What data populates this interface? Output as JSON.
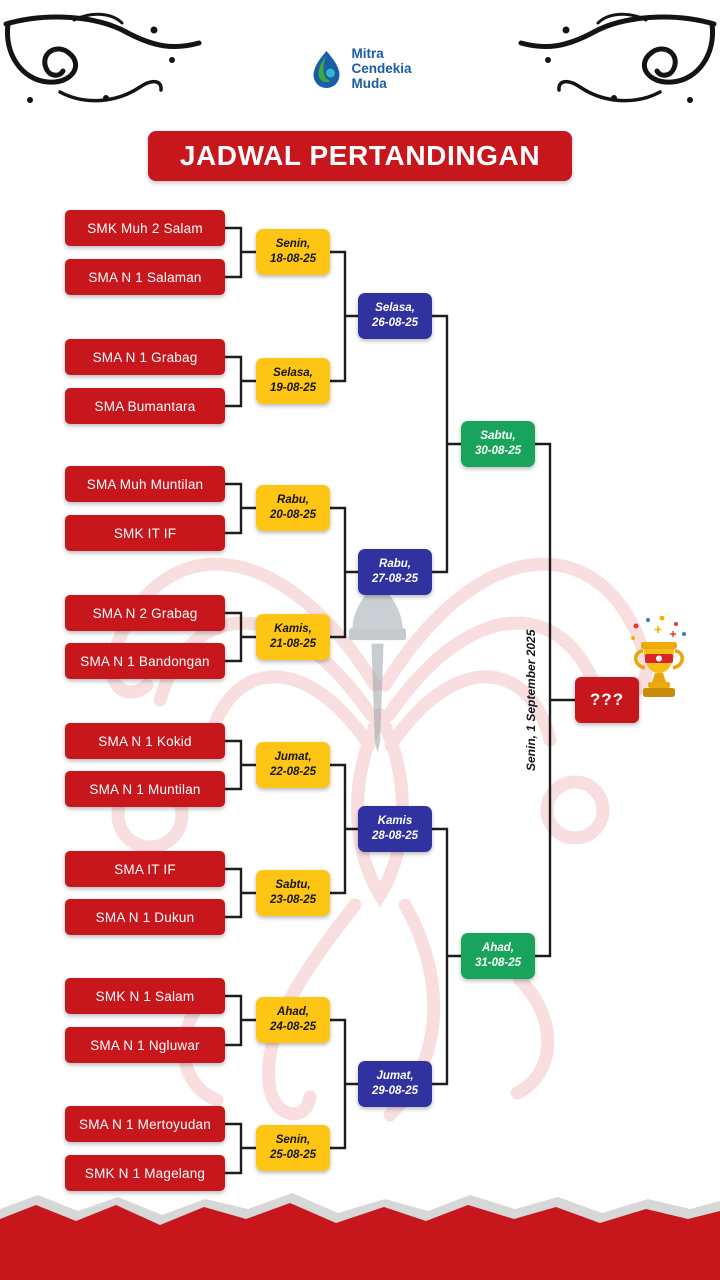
{
  "header": {
    "title": "JADWAL PERTANDINGAN",
    "logo": {
      "line1": "Mitra",
      "line2": "Cendekia",
      "line3": "Muda"
    }
  },
  "bracket": {
    "teams": [
      "SMK Muh 2 Salam",
      "SMA N 1 Salaman",
      "SMA N 1 Grabag",
      "SMA Bumantara",
      "SMA Muh Muntilan",
      "SMK IT IF",
      "SMA N 2 Grabag",
      "SMA N 1 Bandongan",
      "SMA N 1 Kokid",
      "SMA N 1 Muntilan",
      "SMA IT IF",
      "SMA N 1 Dukun",
      "SMK N 1 Salam",
      "SMA N 1 Ngluwar",
      "SMA N 1 Mertoyudan",
      "SMK N 1 Magelang"
    ],
    "round1": [
      {
        "day": "Senin,",
        "date": "18-08-25"
      },
      {
        "day": "Selasa,",
        "date": "19-08-25"
      },
      {
        "day": "Rabu,",
        "date": "20-08-25"
      },
      {
        "day": "Kamis,",
        "date": "21-08-25"
      },
      {
        "day": "Jumat,",
        "date": "22-08-25"
      },
      {
        "day": "Sabtu,",
        "date": "23-08-25"
      },
      {
        "day": "Ahad,",
        "date": "24-08-25"
      },
      {
        "day": "Senin,",
        "date": "25-08-25"
      }
    ],
    "round2": [
      {
        "day": "Selasa,",
        "date": "26-08-25"
      },
      {
        "day": "Rabu,",
        "date": "27-08-25"
      },
      {
        "day": "Kamis",
        "date": "28-08-25"
      },
      {
        "day": "Jumat,",
        "date": "29-08-25"
      }
    ],
    "semifinal": [
      {
        "day": "Sabtu,",
        "date": "30-08-25"
      },
      {
        "day": "Ahad,",
        "date": "31-08-25"
      }
    ],
    "final": {
      "label": "???",
      "date_label": "Senin, 1 September 2025"
    }
  },
  "icons": {
    "trophy": "trophy-icon",
    "logo": "water-drop-logo-icon"
  },
  "colors": {
    "red": "#C8161D",
    "yellow": "#FFC515",
    "blue": "#2F329F",
    "green": "#18A45B",
    "logo_blue": "#1A5CA8"
  }
}
